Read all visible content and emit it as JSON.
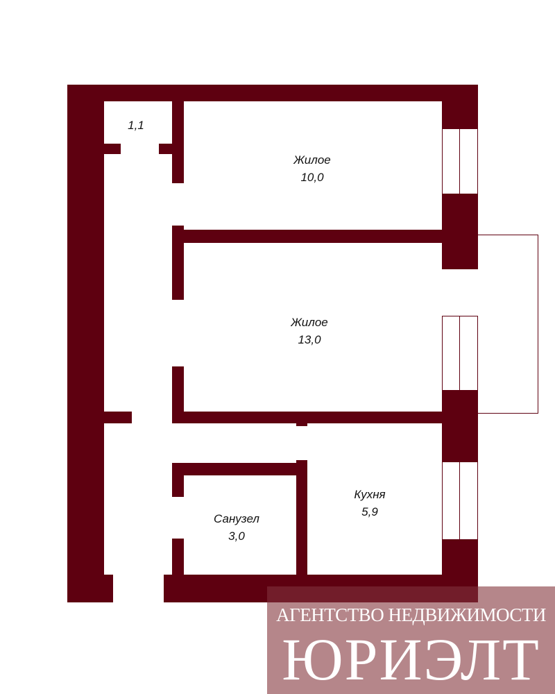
{
  "rooms": [
    {
      "name": "",
      "area": "1,1"
    },
    {
      "name": "Жилое",
      "area": "10,0"
    },
    {
      "name": "Жилое",
      "area": "13,0"
    },
    {
      "name": "Кухня",
      "area": "5,9"
    },
    {
      "name": "Санузел",
      "area": "3,0"
    }
  ],
  "logo": {
    "line1": "АГЕНТСТВО НЕДВИЖИМОСТИ",
    "line2": "ЮРИЭЛТ"
  },
  "colors": {
    "wall": "#5e0010",
    "logo_bg": "#b5868a"
  }
}
